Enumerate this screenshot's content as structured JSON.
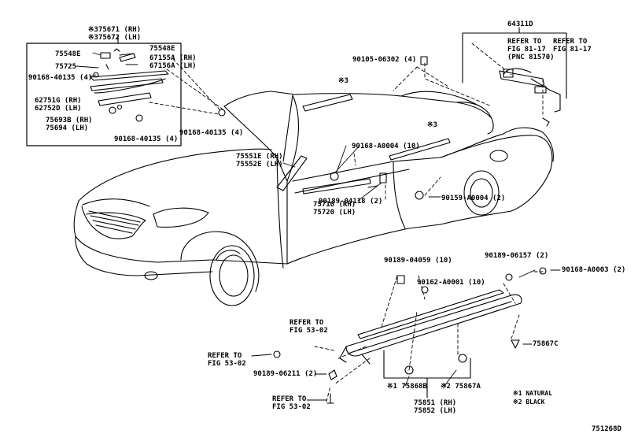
{
  "inset": {
    "header_rh": "※375671 (RH)",
    "header_lh": "※375672 (LH)",
    "parts": {
      "p75548E_left": "75548E",
      "p75548E_right": "75548E",
      "p67155A": "67155A (RH)",
      "p67156A": "67156A (LH)",
      "p75725": "75725",
      "p90168_40135_a": "90168-40135 (4)",
      "p62751G": "62751G (RH)",
      "p62752D": "62752D (LH)",
      "p75693B": "75693B (RH)",
      "p75694": "75694 (LH)",
      "p90168_40135_b": "90168-40135 (4)"
    }
  },
  "labels": {
    "p90168_40135_c": "90168-40135 (4)",
    "p90105_06302": "90105-06302 (4)",
    "note3_a": "※3",
    "note3_b": "※3",
    "p64311D": "64311D",
    "refer_a_1": "REFER TO",
    "refer_a_2": "FIG 81-17",
    "refer_a_3": "(PNC 81570)",
    "refer_b_1": "REFER TO",
    "refer_b_2": "FIG 81-17",
    "p90168_A0004": "90168-A0004 (10)",
    "p75551E": "75551E (RH)",
    "p75552E": "75552E (LH)",
    "p90189_04118": "90189-04118 (2)",
    "p90159_A0004": "90159-A0004 (2)",
    "p75710": "75710 (RH)",
    "p75720": "75720 (LH)",
    "p90189_04059": "90189-04059 (10)",
    "p90162_A0001": "90162-A0001 (10)",
    "p90189_06157": "90189-06157 (2)",
    "p90168_A0003": "90168-A0003 (2)",
    "refer_c_1": "REFER TO",
    "refer_c_2": "FIG 53-02",
    "refer_d_1": "REFER TO",
    "refer_d_2": "FIG 53-02",
    "p75867C": "75867C",
    "p90189_06211": "90189-06211 (2)",
    "p75868B": "※1 75868B",
    "p75867A": "※2 75867A",
    "p75851": "75851 (RH)",
    "p75852": "75852 (LH)",
    "refer_e_1": "REFER TO",
    "refer_e_2": "FIG 53-02",
    "note_natural": "※1 NATURAL",
    "note_black": "※2 BLACK",
    "diagram_id": "751268D"
  }
}
